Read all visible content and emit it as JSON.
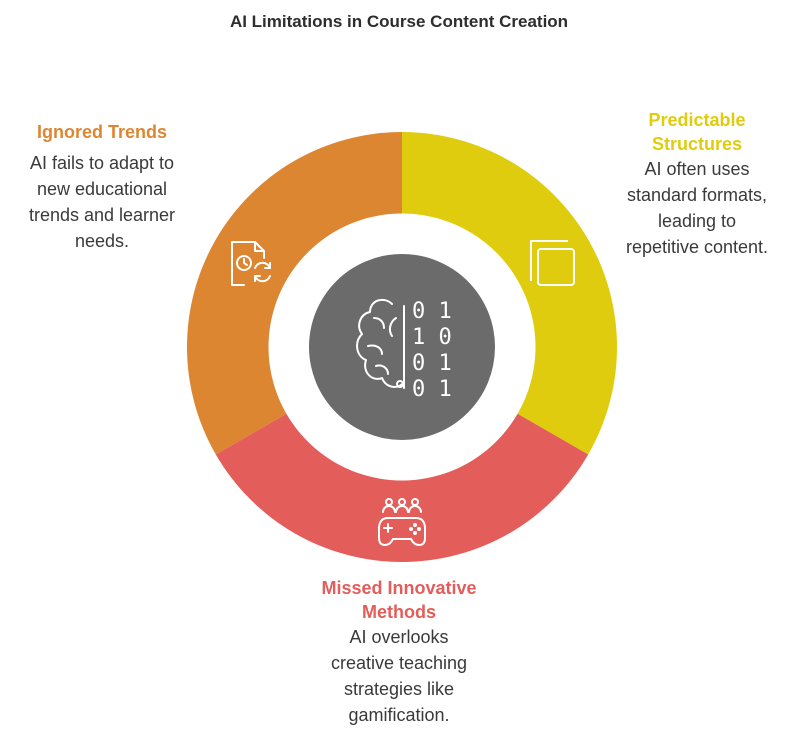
{
  "title": "AI Limitations in Course Content Creation",
  "colors": {
    "orange": "#dd8632",
    "yellow": "#e0cc0e",
    "red": "#e35d5a",
    "hub": "#6b6b6b"
  },
  "segments": [
    {
      "heading": "Ignored Trends",
      "description": [
        "AI fails to adapt to",
        "new educational",
        "trends and learner",
        "needs."
      ],
      "icon": "document-clock-refresh-icon",
      "color": "orange"
    },
    {
      "heading": [
        "Predictable",
        "Structures"
      ],
      "description": [
        "AI often uses",
        "standard formats,",
        "leading to",
        "repetitive content."
      ],
      "icon": "stacked-squares-icon",
      "color": "yellow"
    },
    {
      "heading": [
        "Missed Innovative",
        "Methods"
      ],
      "description": [
        "AI overlooks",
        "creative teaching",
        "strategies like",
        "gamification."
      ],
      "icon": "gamepad-people-icon",
      "color": "red"
    }
  ],
  "hub": {
    "icon": "brain-binary-icon",
    "binary": [
      "0 1",
      "1 0",
      "0 1",
      "0 1"
    ]
  }
}
